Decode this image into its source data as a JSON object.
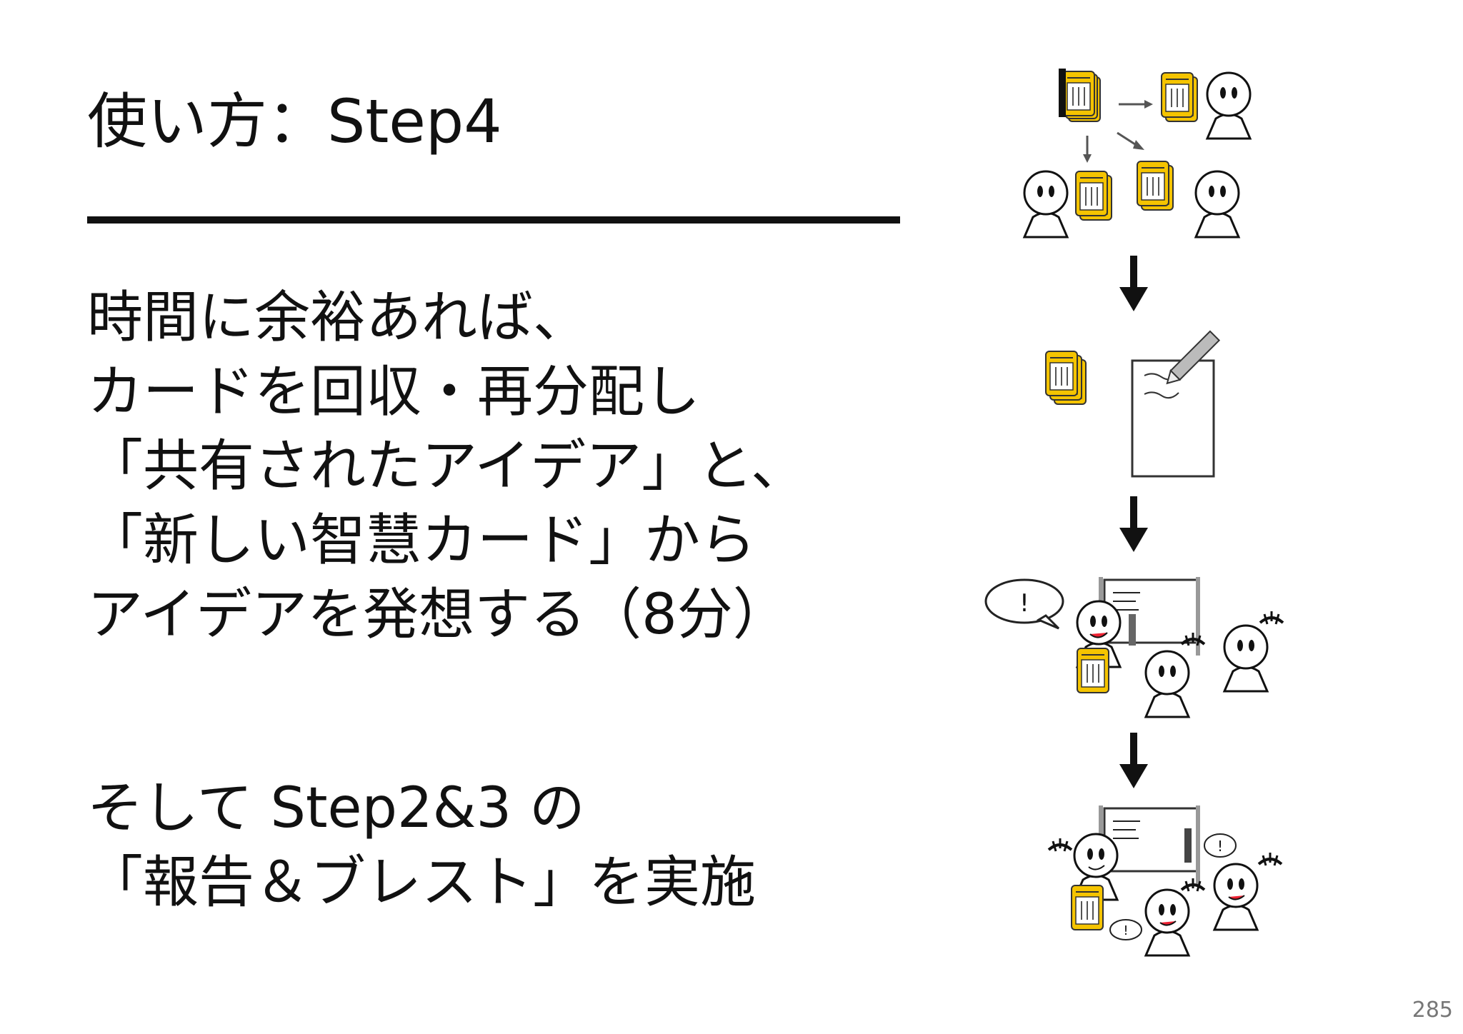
{
  "slide": {
    "title": "使い方：Step4",
    "paragraph1": [
      "時間に余裕あれば、",
      "カードを回収・再分配し",
      "「共有されたアイデア」と、",
      "「新しい智慧カード」から",
      "アイデアを発想する（8分）"
    ],
    "paragraph2": [
      "そして Step2&3 の",
      "「報告＆ブレスト」を実施"
    ],
    "page_number": "285"
  },
  "illustration": {
    "bubble_mark": "!",
    "card_color": "#f5c400",
    "icons": [
      "card-deck-icon",
      "person-icon",
      "arrow-down-icon",
      "paper-pencil-icon",
      "whiteboard-icon",
      "speech-bubble-icon"
    ]
  }
}
